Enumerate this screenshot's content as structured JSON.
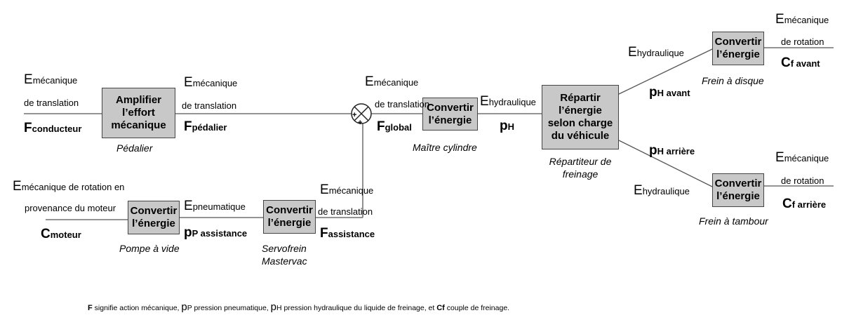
{
  "blocks": {
    "pedalier": {
      "label": "Amplifier l’effort mécanique",
      "caption": "Pédalier"
    },
    "maitre": {
      "label": "Convertir l’énergie",
      "caption": "Maître cylindre"
    },
    "repartiteur": {
      "label": "Répartir l’énergie selon charge du véhicule",
      "caption_l1": "Répartiteur de",
      "caption_l2": "freinage"
    },
    "disque": {
      "label": "Convertir l’énergie",
      "caption": "Frein à disque"
    },
    "tambour": {
      "label": "Convertir l’énergie",
      "caption": "Frein à tambour"
    },
    "pompe": {
      "label": "Convertir l’énergie",
      "caption": "Pompe à vide"
    },
    "servo": {
      "label": "Convertir l’énergie",
      "caption_l1": "Servofrein",
      "caption_l2": "Mastervac"
    }
  },
  "labels": {
    "e_mec_trans_1": {
      "E": "E",
      "sub": "mécanique"
    },
    "de_translation_1": "de translation",
    "f_conducteur": {
      "F": "F",
      "sub": "conducteur"
    },
    "e_mec_trans_2": {
      "E": "E",
      "sub": "mécanique"
    },
    "de_translation_2": "de translation",
    "f_pedalier": {
      "F": "F",
      "sub": "pédalier"
    },
    "e_mec_trans_3": {
      "E": "E",
      "sub": "mécanique"
    },
    "de_translation_3": "de translation",
    "f_global": {
      "F": "F",
      "sub": "global"
    },
    "e_hydraulique_1": {
      "E": "E",
      "sub": "hydraulique"
    },
    "p_h": {
      "p": "p",
      "sub": "H"
    },
    "e_hydraulique_2": {
      "E": "E",
      "sub": "hydraulique"
    },
    "p_h_avant": {
      "p": "p",
      "sub": "H avant"
    },
    "e_mec_rot_1": {
      "E": "E",
      "sub": "mécanique"
    },
    "de_rotation_1": "de rotation",
    "c_f_avant": {
      "C": "C",
      "sub": "f avant"
    },
    "p_h_arriere": {
      "p": "p",
      "sub": "H arrière"
    },
    "e_hydraulique_3": {
      "E": "E",
      "sub": "hydraulique"
    },
    "e_mec_rot_2": {
      "E": "E",
      "sub": "mécanique"
    },
    "de_rotation_2": "de rotation",
    "c_f_arriere": {
      "C": "C",
      "sub": "f arrière"
    },
    "e_mec_rot_moteur": {
      "E": "E",
      "sub": "mécanique de rotation en"
    },
    "provenance": "provenance du moteur",
    "c_moteur": {
      "C": "C",
      "sub": "moteur"
    },
    "e_pneumatique": {
      "E": "E",
      "sub": "pneumatique"
    },
    "p_p_assistance": {
      "p": "p",
      "sub": "P assistance"
    },
    "e_mec_trans_4": {
      "E": "E",
      "sub": "mécanique"
    },
    "de_translation_4": "de translation",
    "f_assistance": {
      "F": "F",
      "sub": "assistance"
    }
  },
  "summator": {
    "plus1": "+",
    "plus2": "+"
  },
  "footnote": {
    "f": "F",
    "t1": " signifie  action mécanique,  ",
    "pp": "p",
    "pp_sub": "P",
    "t2": "  pression pneumatique,  ",
    "ph": "p",
    "ph_sub": "H",
    "t3": "  pression hydraulique du liquide de freinage, et ",
    "cf": "Cf",
    "t4": " couple de freinage."
  }
}
